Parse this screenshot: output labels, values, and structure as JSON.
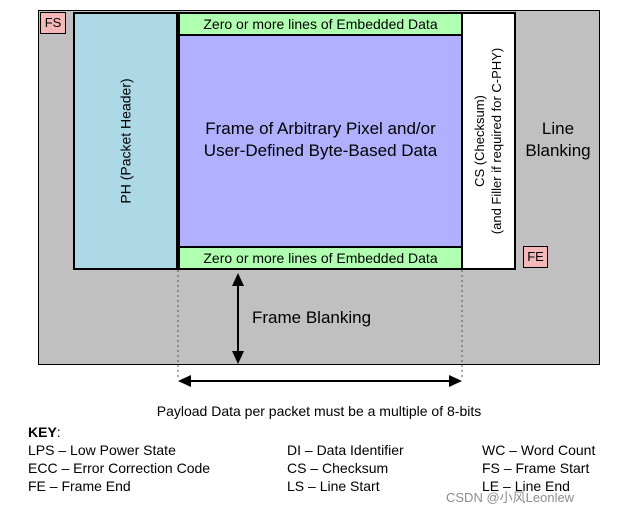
{
  "tags": {
    "fs": "FS",
    "fe": "FE"
  },
  "packet_header": "PH (Packet Header)",
  "embedded_top": "Zero or more lines of Embedded Data",
  "embedded_bottom": "Zero or more lines of Embedded Data",
  "payload": {
    "line1": "Frame of Arbitrary Pixel and/or",
    "line2": "User-Defined Byte-Based Data"
  },
  "checksum": {
    "line1": "CS (Checksum)",
    "line2": "(and Filler if required for C-PHY)"
  },
  "line_blanking": {
    "line1": "Line",
    "line2": "Blanking"
  },
  "frame_blanking": "Frame Blanking",
  "payload_note": "Payload Data per packet must be a multiple of 8-bits",
  "key": {
    "title": "KEY",
    "col1": [
      "LPS – Low Power State",
      "ECC – Error Correction Code",
      "FE – Frame End"
    ],
    "col2": [
      "DI – Data Identifier",
      "CS – Checksum",
      "LS – Line Start"
    ],
    "col3": [
      "WC – Word Count",
      "FS – Frame Start",
      "LE – Line End"
    ]
  },
  "watermark": "CSDN @小风Leonlew"
}
